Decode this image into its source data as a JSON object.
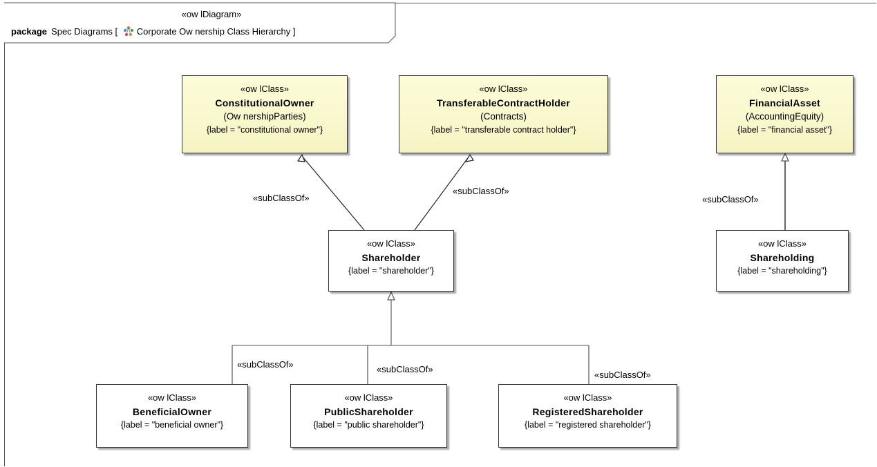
{
  "diagram": {
    "stereotype": "«ow lDiagram»",
    "keyword": "package",
    "title": "Spec Diagrams [",
    "diagram_name": "Corporate Ow nership Class Hierarchy",
    "closing": "]",
    "icon": "diagram-type-icon"
  },
  "classes": {
    "constitutional_owner": {
      "stereotype": "«ow lClass»",
      "name": "ConstitutionalOwner",
      "namespace": "(Ow nershipParties)",
      "label": "{label = \"constitutional owner\"}"
    },
    "transferable_contract_holder": {
      "stereotype": "«ow lClass»",
      "name": "TransferableContractHolder",
      "namespace": "(Contracts)",
      "label": "{label = \"transferable contract holder\"}"
    },
    "financial_asset": {
      "stereotype": "«ow lClass»",
      "name": "FinancialAsset",
      "namespace": "(AccountingEquity)",
      "label": "{label = \"financial asset\"}"
    },
    "shareholder": {
      "stereotype": "«ow lClass»",
      "name": "Shareholder",
      "label": "{label = \"shareholder\"}"
    },
    "shareholding": {
      "stereotype": "«ow lClass»",
      "name": "Shareholding",
      "label": "{label = \"shareholding\"}"
    },
    "beneficial_owner": {
      "stereotype": "«ow lClass»",
      "name": "BeneficialOwner",
      "label": "{label = \"beneficial owner\"}"
    },
    "public_shareholder": {
      "stereotype": "«ow lClass»",
      "name": "PublicShareholder",
      "label": "{label = \"public shareholder\"}"
    },
    "registered_shareholder": {
      "stereotype": "«ow lClass»",
      "name": "RegisteredShareholder",
      "label": "{label = \"registered shareholder\"}"
    }
  },
  "edge_labels": {
    "shareholder_to_constitutional": "«subClassOf»",
    "shareholder_to_transferable": "«subClassOf»",
    "shareholding_to_financial": "«subClassOf»",
    "beneficial_to_shareholder": "«subClassOf»",
    "public_to_shareholder": "«subClassOf»",
    "registered_to_shareholder": "«subClassOf»"
  },
  "colors": {
    "class_fill_top": "#fdfcd8",
    "class_fill_bottom": "#f6f4c4",
    "border": "#333333"
  }
}
